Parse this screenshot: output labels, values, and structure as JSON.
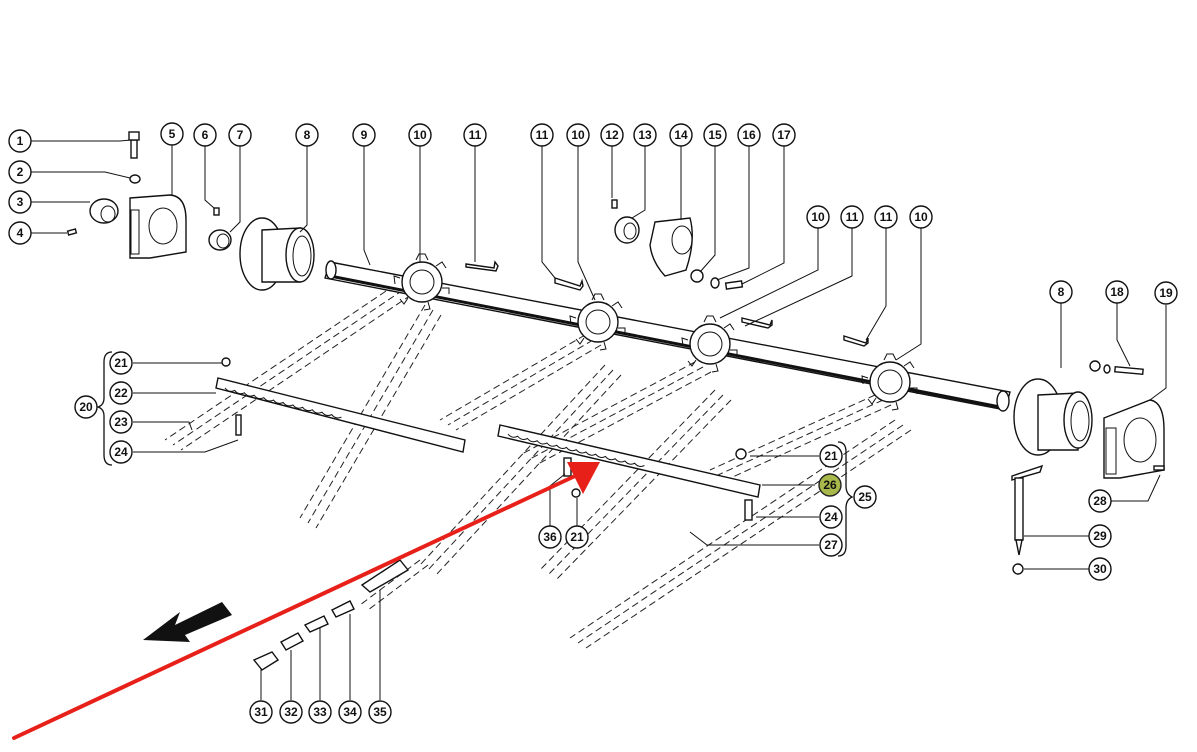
{
  "diagram": {
    "title": "",
    "type": "exploded-parts-diagram",
    "callouts": [
      {
        "id": "c1",
        "label": "1"
      },
      {
        "id": "c2",
        "label": "2"
      },
      {
        "id": "c3",
        "label": "3"
      },
      {
        "id": "c4",
        "label": "4"
      },
      {
        "id": "c5",
        "label": "5"
      },
      {
        "id": "c6",
        "label": "6"
      },
      {
        "id": "c7",
        "label": "7"
      },
      {
        "id": "c8a",
        "label": "8"
      },
      {
        "id": "c9",
        "label": "9"
      },
      {
        "id": "c10a",
        "label": "10"
      },
      {
        "id": "c11a",
        "label": "11"
      },
      {
        "id": "c11b",
        "label": "11"
      },
      {
        "id": "c10b",
        "label": "10"
      },
      {
        "id": "c12",
        "label": "12"
      },
      {
        "id": "c13",
        "label": "13"
      },
      {
        "id": "c14",
        "label": "14"
      },
      {
        "id": "c15",
        "label": "15"
      },
      {
        "id": "c16",
        "label": "16"
      },
      {
        "id": "c17",
        "label": "17"
      },
      {
        "id": "c10c",
        "label": "10"
      },
      {
        "id": "c11c",
        "label": "11"
      },
      {
        "id": "c11d",
        "label": "11"
      },
      {
        "id": "c10d",
        "label": "10"
      },
      {
        "id": "c8b",
        "label": "8"
      },
      {
        "id": "c18",
        "label": "18"
      },
      {
        "id": "c19",
        "label": "19"
      },
      {
        "id": "c20",
        "label": "20"
      },
      {
        "id": "c21a",
        "label": "21"
      },
      {
        "id": "c22",
        "label": "22"
      },
      {
        "id": "c23",
        "label": "23"
      },
      {
        "id": "c24a",
        "label": "24"
      },
      {
        "id": "c21b",
        "label": "21"
      },
      {
        "id": "c26",
        "label": "26",
        "highlighted": true
      },
      {
        "id": "c25",
        "label": "25"
      },
      {
        "id": "c24b",
        "label": "24"
      },
      {
        "id": "c27",
        "label": "27"
      },
      {
        "id": "c36",
        "label": "36"
      },
      {
        "id": "c21c",
        "label": "21"
      },
      {
        "id": "c28",
        "label": "28"
      },
      {
        "id": "c29",
        "label": "29"
      },
      {
        "id": "c30",
        "label": "30"
      },
      {
        "id": "c31",
        "label": "31"
      },
      {
        "id": "c32",
        "label": "32"
      },
      {
        "id": "c33",
        "label": "33"
      },
      {
        "id": "c34",
        "label": "34"
      },
      {
        "id": "c35",
        "label": "35"
      }
    ],
    "highlight_color": "#a8b84a",
    "annotation_arrow_color": "#e8201a",
    "direction_arrow_color": "#111111"
  }
}
